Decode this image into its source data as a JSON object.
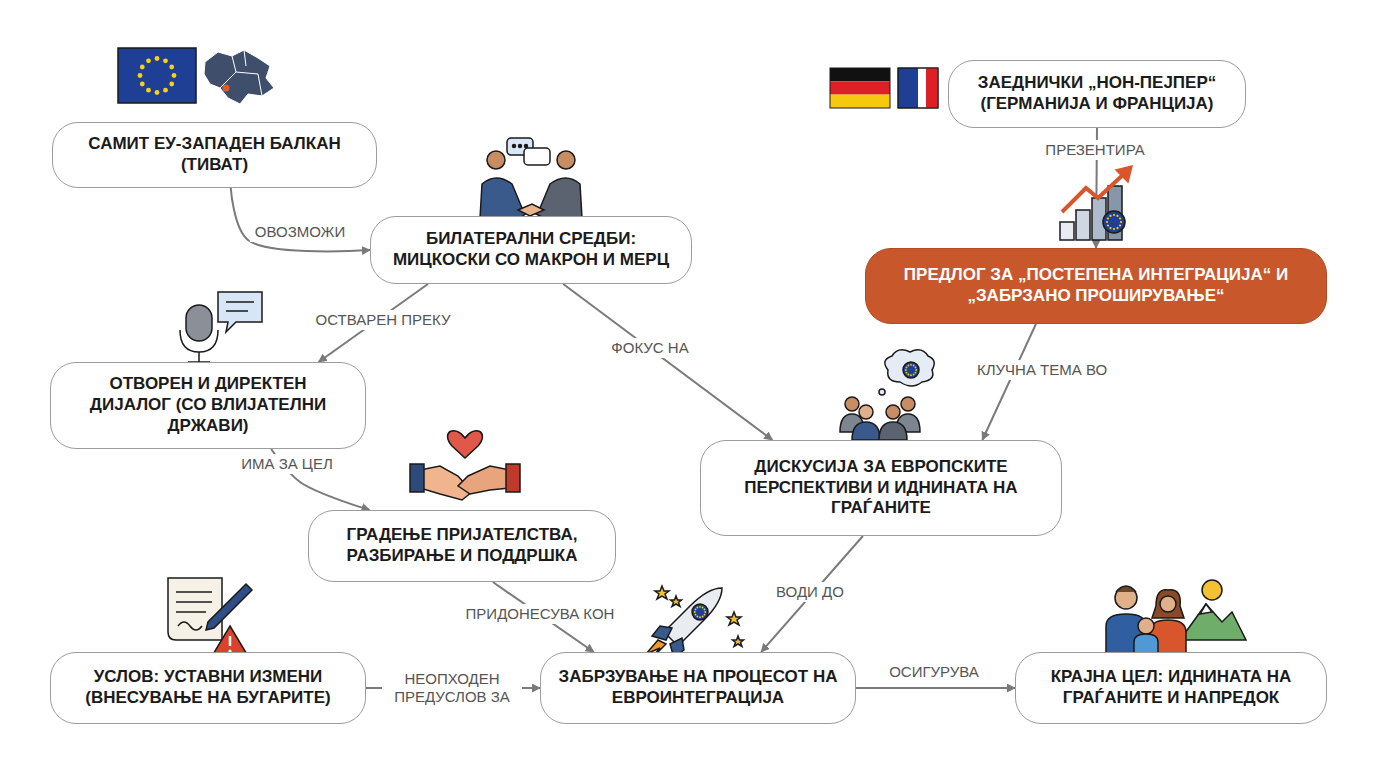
{
  "diagram": {
    "nodes": [
      {
        "text": [
          "САМИТ ЕУ-ЗАПАДЕН БАЛКАН (ТИВАТ)"
        ]
      },
      {
        "text": [
          "ЗАЕДНИЧКИ „НОН-ПЕЈПЕР“ (ГЕРМАНИЈА И ФРАНЦИЈА)"
        ]
      },
      {
        "text": [
          "БИЛАТЕРАЛНИ СРЕДБИ: МИЦКОСКИ СО МАКРОН И МЕРЦ"
        ]
      },
      {
        "text": [
          "ПРЕДЛОГ ЗА „ПОСТЕПЕНА ИНТЕГРАЦИЈА“ И „ЗАБРЗАНО ПРОШИРУВАЊЕ“"
        ]
      },
      {
        "text": [
          "ОТВОРЕН И ДИРЕКТЕН ДИЈАЛОГ (СО ВЛИЈАТЕЛНИ ДРЖАВИ)"
        ]
      },
      {
        "text": [
          "ДИСКУСИЈА ЗА ЕВРОПСКИТЕ ПЕРСПЕКТИВИ И ИДНИНАТА НА ГРАЃАНИТЕ"
        ]
      },
      {
        "text": [
          "ГРАДЕЊЕ ПРИЈАТЕЛСТВА, РАЗБИРАЊЕ И ПОДДРШКА"
        ]
      },
      {
        "text": [
          "УСЛОВ: УСТАВНИ ИЗМЕНИ (ВНЕСУВАЊЕ НА БУГАРИТЕ)"
        ]
      },
      {
        "text": [
          "ЗАБРЗУВАЊЕ НА ПРОЦЕСОТ НА ЕВРОИНТЕГРАЦИЈА"
        ]
      },
      {
        "text": [
          "КРАЈНА ЦЕЛ: ИДНИНАТА НА ГРАЃАНИТЕ И НАПРЕДОК"
        ]
      }
    ],
    "edges": [
      {
        "from": 0,
        "to": 2,
        "label": "ОВОЗМОЖИ",
        "arrow": "to"
      },
      {
        "from": 1,
        "to": 3,
        "label": "ПРЕЗЕНТИРА",
        "arrow": "to"
      },
      {
        "from": 2,
        "to": 4,
        "label": "ОСТВАРЕН ПРЕКУ",
        "arrow": "to"
      },
      {
        "from": 2,
        "to": 5,
        "label": "ФОКУС НА",
        "arrow": "to"
      },
      {
        "from": 3,
        "to": 5,
        "label": "КЛУЧНА ТЕМА ВО",
        "arrow": "to"
      },
      {
        "from": 4,
        "to": 6,
        "label": "ИМА ЗА ЦЕЛ",
        "arrow": "to"
      },
      {
        "from": 6,
        "to": 8,
        "label": "ПРИДОНЕСУВА КОН",
        "arrow": "to"
      },
      {
        "from": 5,
        "to": 8,
        "label": "ВОДИ ДО",
        "arrow": "to"
      },
      {
        "from": 7,
        "to": 8,
        "label": "НЕОПХОДЕН ПРЕДУСЛОВ ЗА",
        "arrow": "to"
      },
      {
        "from": 8,
        "to": 9,
        "label": "ОСИГУРУВА",
        "arrow": "to"
      }
    ]
  }
}
